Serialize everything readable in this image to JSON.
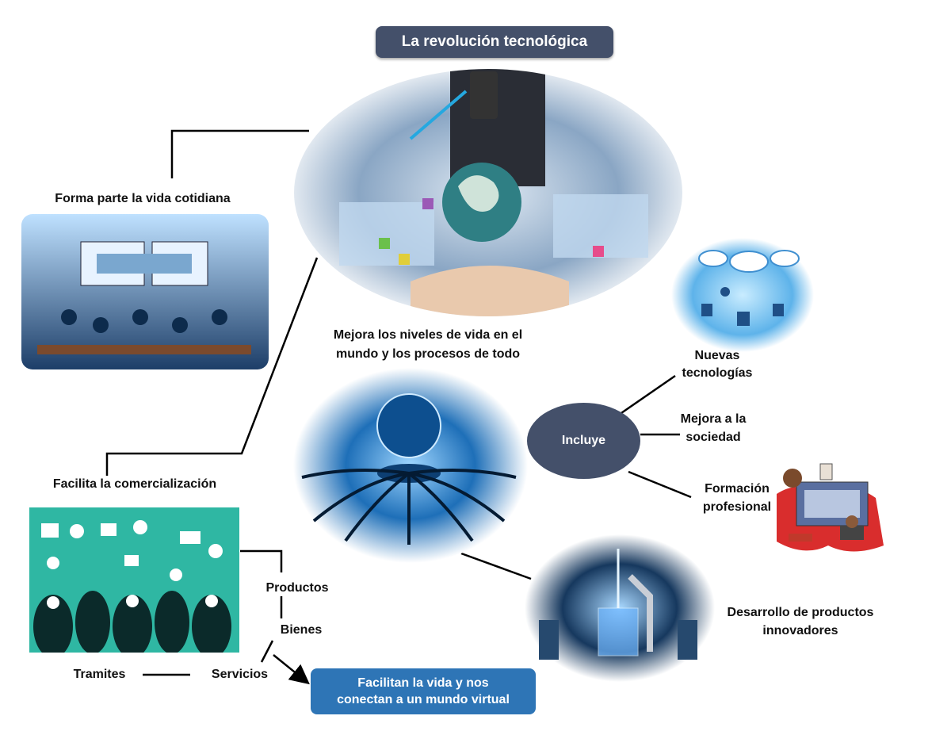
{
  "title": "La revolución tecnológica",
  "labels": {
    "daily_life": "Forma parte la vida cotidiana",
    "commerce": "Facilita la comercialización",
    "improves_line1": "Mejora los niveles de vida en  el",
    "improves_line2": "mundo y los procesos de todo",
    "includes": "Incluye",
    "new_tech_line1": "Nuevas",
    "new_tech_line2": "tecnologías",
    "society_line1": "Mejora a la",
    "society_line2": "sociedad",
    "training_line1": "Formación",
    "training_line2": "profesional",
    "innovation_line1": "Desarrollo de productos",
    "innovation_line2": "innovadores",
    "products": "Productos",
    "goods": "Bienes",
    "procedures": "Tramites",
    "services": "Servicios",
    "footer_line1": "Facilitan la vida y nos",
    "footer_line2": "conectan a un mundo virtual"
  },
  "colors": {
    "title_bg": "#44506a",
    "includes_bg": "#44506a",
    "footer_bg": "#2e75b6",
    "line": "#000000"
  }
}
